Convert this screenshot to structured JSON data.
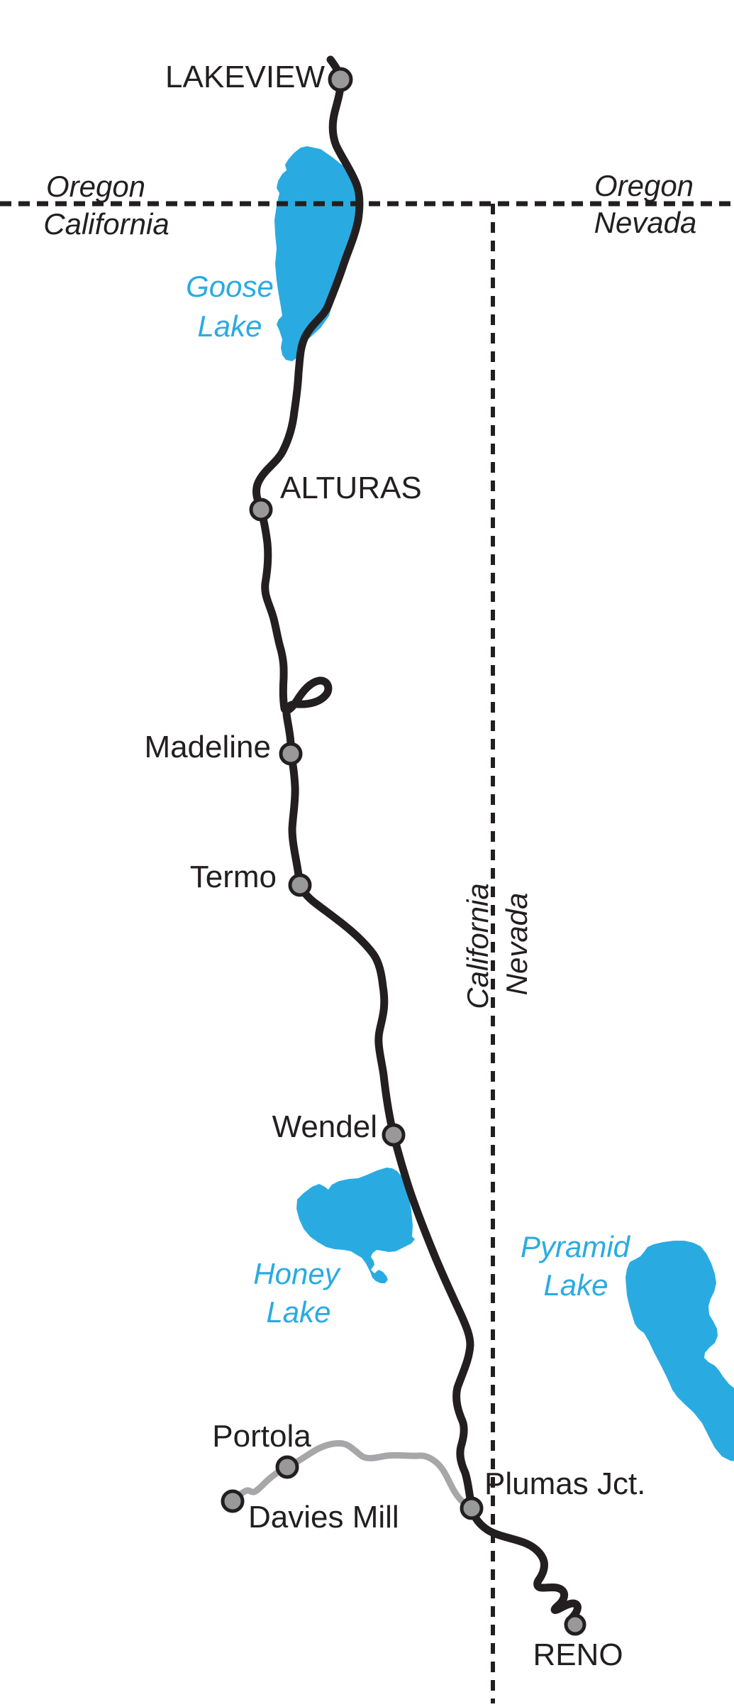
{
  "colors": {
    "background": "#ffffff",
    "lake_fill": "#29ABE2",
    "lake_label": "#29ABE2",
    "main_line": "#231F20",
    "branch_line": "#A7A7A9",
    "station_fill": "#999999",
    "station_stroke": "#231F20",
    "border_line": "#231F20",
    "city_label": "#231F20",
    "state_label": "#231F20"
  },
  "state_labels": {
    "west_north": "Oregon",
    "west_south": "California",
    "east_north": "Oregon",
    "east_south": "Nevada",
    "vertical_west": "California",
    "vertical_east": "Nevada"
  },
  "stations": {
    "lakeview": "LAKEVIEW",
    "alturas": "ALTURAS",
    "madeline": "Madeline",
    "termo": "Termo",
    "wendel": "Wendel",
    "portola": "Portola",
    "davies_mill": "Davies Mill",
    "plumas_jct": "Plumas Jct.",
    "reno": "RENO"
  },
  "lakes": {
    "goose": {
      "line1": "Goose",
      "line2": "Lake"
    },
    "honey": {
      "line1": "Honey",
      "line2": "Lake"
    },
    "pyramid": {
      "line1": "Pyramid",
      "line2": "Lake"
    }
  }
}
